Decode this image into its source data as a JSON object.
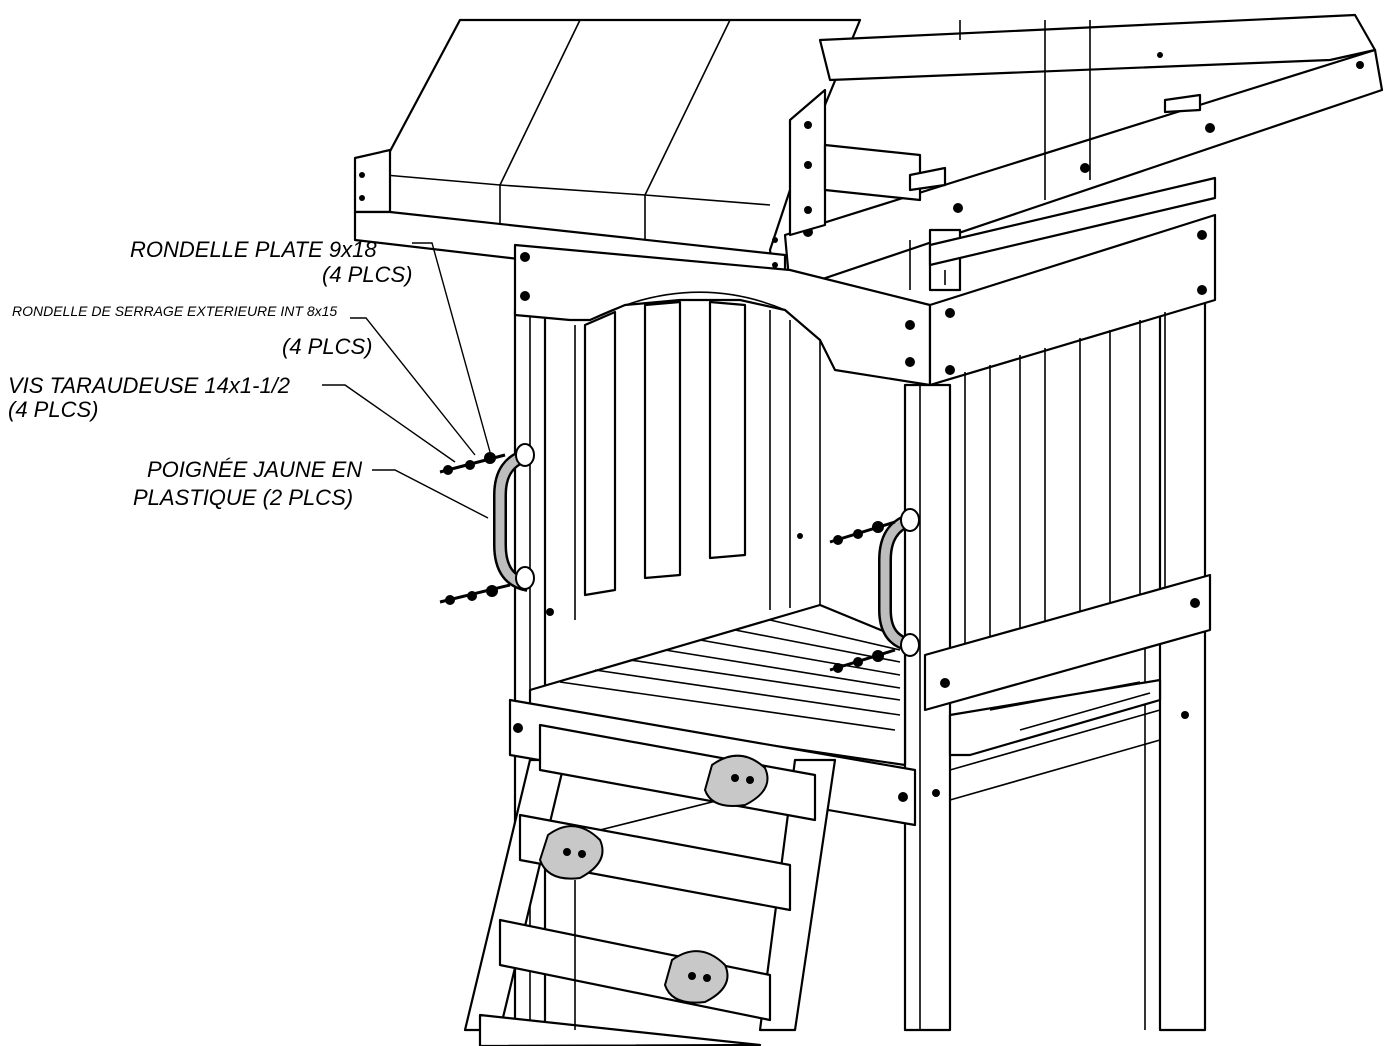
{
  "callouts": {
    "flat_washer": {
      "name": "RONDELLE PLATE  9x18",
      "qty": "(4 PLCS)"
    },
    "lock_washer": {
      "name": "RONDELLE DE SERRAGE EXTERIEURE INT 8x15",
      "qty": "(4 PLCS)"
    },
    "screw": {
      "name": "VIS TARAUDEUSE  14x1-1/2",
      "qty": "(4 PLCS)"
    },
    "handle": {
      "name_line1": "POIGNÉE JAUNE EN",
      "name_line2": "PLASTIQUE  (2 PLCS)"
    }
  },
  "colors": {
    "line": "#000000",
    "handle_fill": "#bdbdbd",
    "rock_fill": "#c8c8c8"
  }
}
